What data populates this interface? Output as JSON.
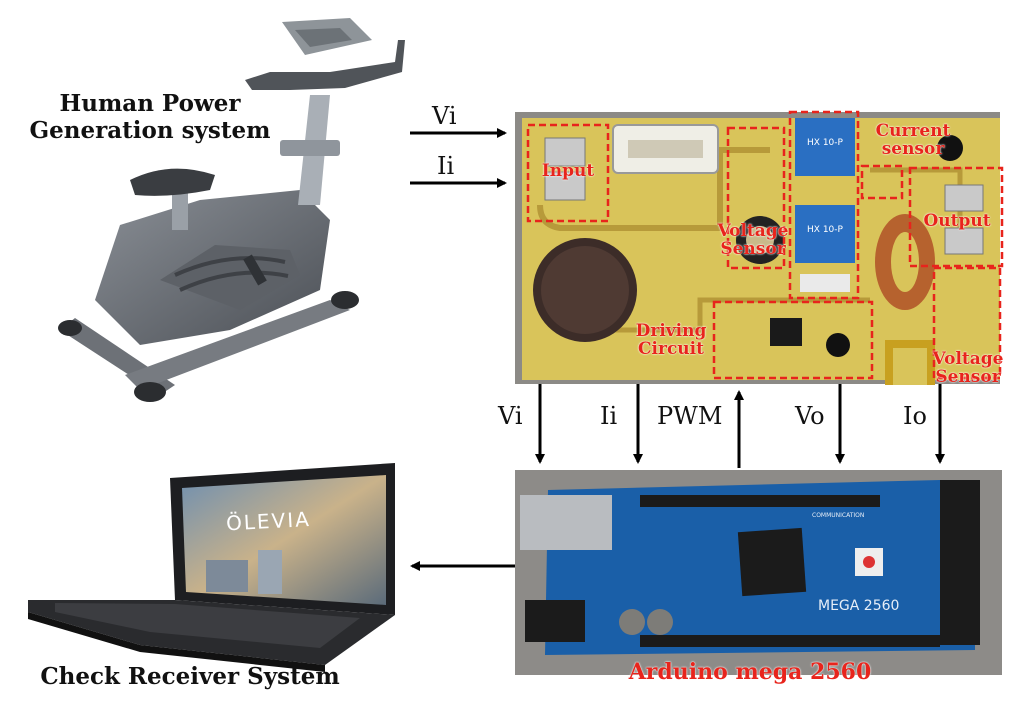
{
  "titles": {
    "human_power": "Human Power\nGeneration system",
    "check_receiver": "Check Receiver System",
    "arduino": "Arduino mega 2560"
  },
  "pcb_labels": {
    "input": "Input",
    "voltage_sensor_1": "Voltage\nSensor",
    "current_sensor": "Current\nsensor",
    "output": "Output",
    "driving_circuit": "Driving\nCircuit",
    "voltage_sensor_2": "Voltage\nSensor"
  },
  "signals": {
    "vi_in": "Vi",
    "ii_in": "Ii",
    "vi_down": "Vi",
    "ii_down": "Ii",
    "pwm_up": "PWM",
    "vo_down": "Vo",
    "io_down": "Io"
  },
  "laptop_screen_text": "ÖLEVIA",
  "board_text": {
    "model": "MEGA 2560",
    "sensor_chip_1": "HX 10-P",
    "sensor_chip_2": "HX 10-P",
    "communication": "COMMUNICATION"
  },
  "colors": {
    "label_red": "#e8241c",
    "pcb_yellow": "#d9c45a",
    "arduino_blue": "#1a5fa8"
  }
}
